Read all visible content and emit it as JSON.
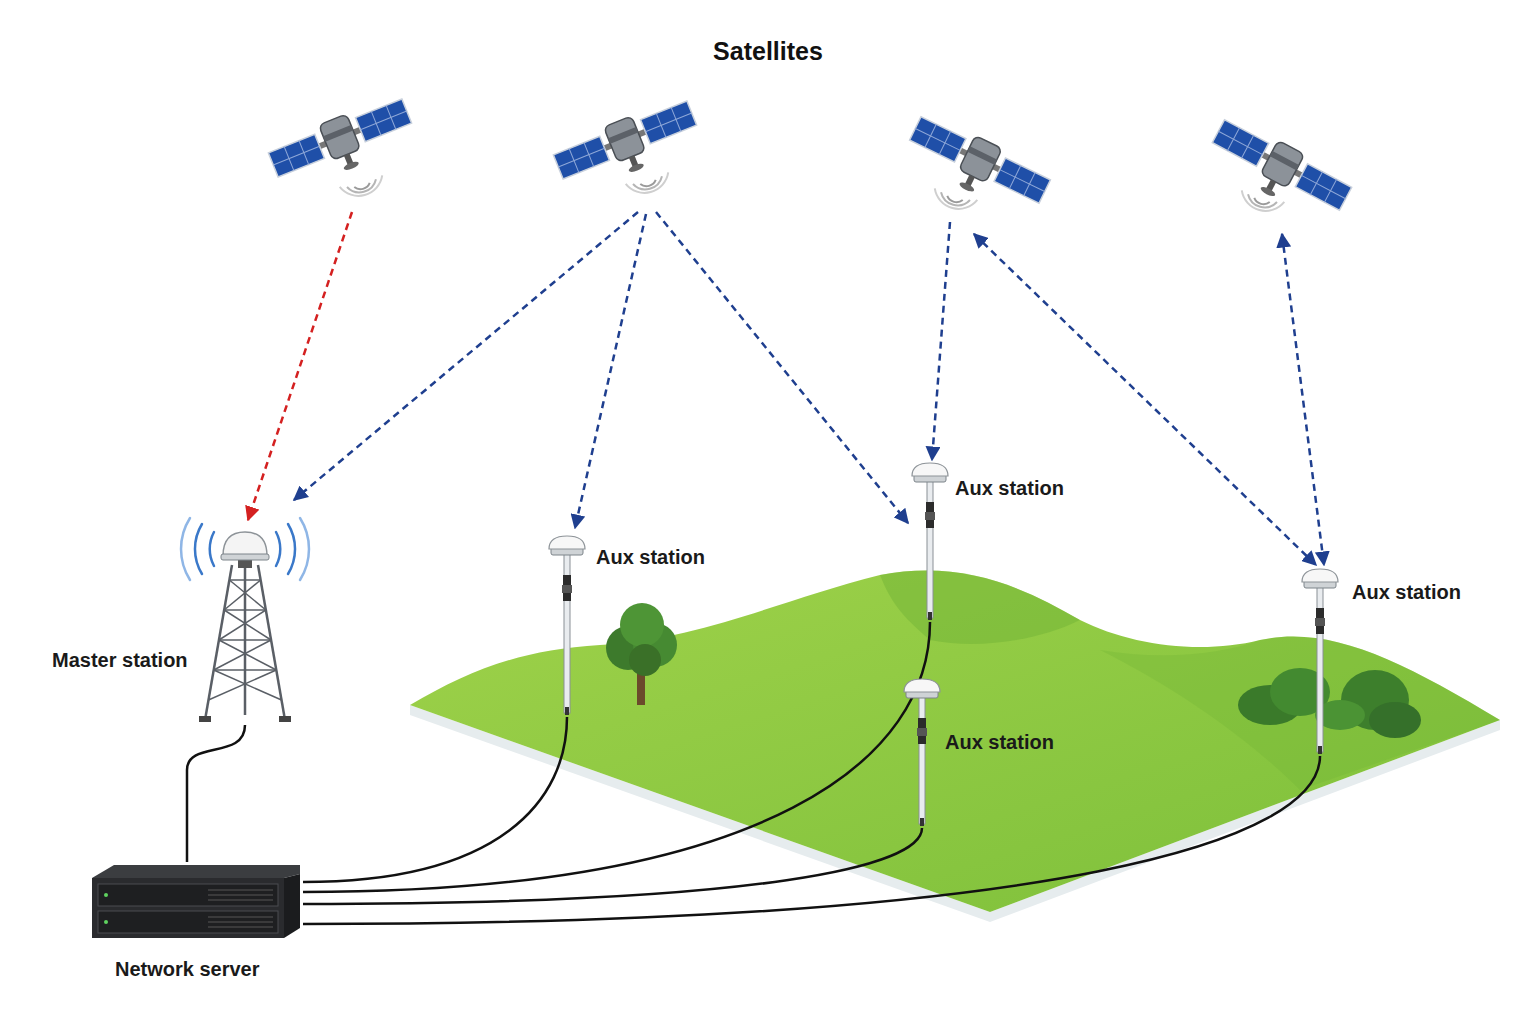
{
  "diagram": {
    "title": "Satellites",
    "nodes": [
      {
        "text": [
          "Aux station"
        ]
      },
      {
        "text": [
          "Aux station"
        ]
      },
      {
        "text": [
          "Aux station"
        ]
      },
      {
        "text": [
          "Master station"
        ]
      },
      {
        "text": [
          "Aux station"
        ]
      },
      {
        "text": [
          "Network server"
        ]
      }
    ],
    "edges": [
      {
        "from": 5,
        "to": 3,
        "arrow": "none"
      },
      {
        "from": 5,
        "to": 1,
        "arrow": "none"
      },
      {
        "from": 5,
        "to": 0,
        "arrow": "none"
      },
      {
        "from": 5,
        "to": 4,
        "arrow": "none"
      },
      {
        "from": 5,
        "to": 2,
        "arrow": "none"
      }
    ]
  }
}
